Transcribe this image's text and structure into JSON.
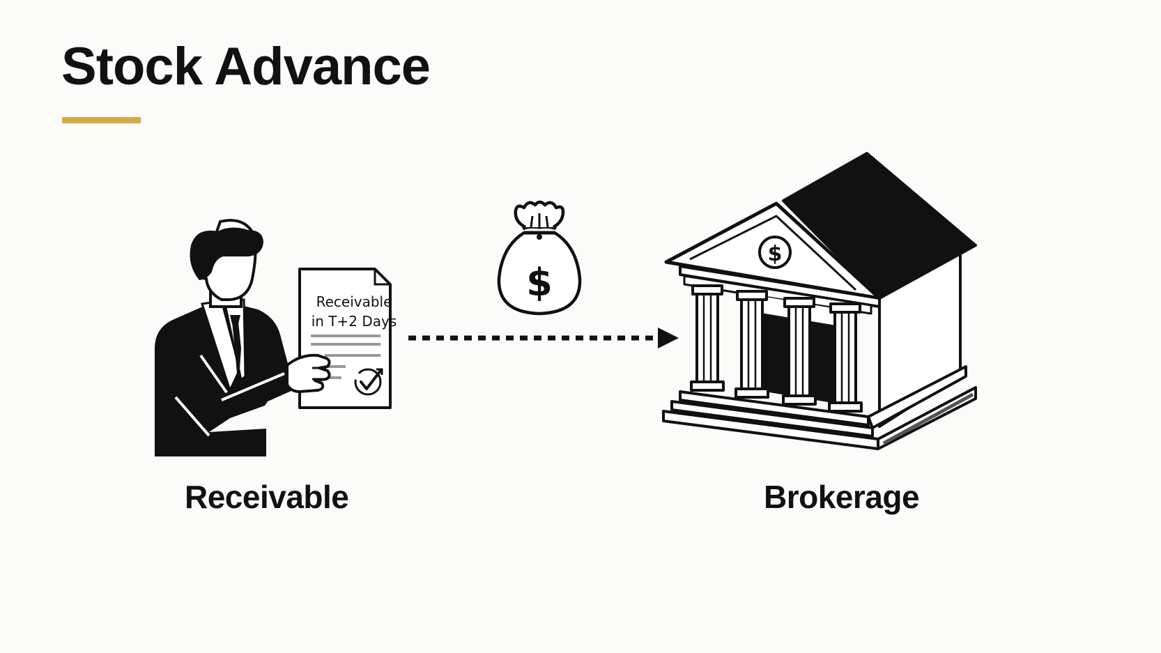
{
  "page": {
    "title": "Stock Advance",
    "accent_color": "#d4ab45"
  },
  "diagram": {
    "left_node": {
      "label": "Receivable",
      "icon": "person-holding-document-icon",
      "document_text_line1": "Receivable",
      "document_text_line2": "in T+2 Days"
    },
    "middle": {
      "icon": "money-bag-icon",
      "symbol": "$",
      "arrow": "dotted-arrow-right"
    },
    "right_node": {
      "label": "Brokerage",
      "icon": "bank-building-icon",
      "symbol": "$"
    }
  }
}
